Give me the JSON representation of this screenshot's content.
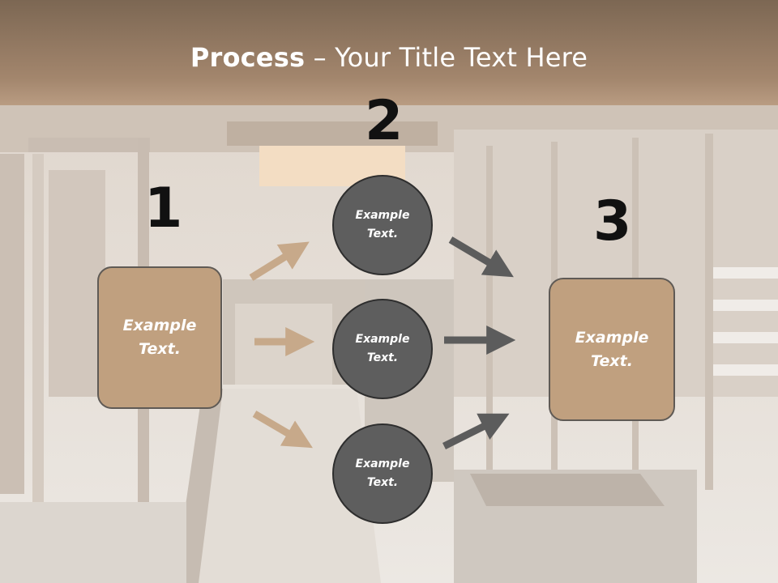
{
  "title": {
    "bold": "Process",
    "rest": " – Your Title Text Here"
  },
  "steps": [
    {
      "number": "1",
      "text": "Example\nText."
    },
    {
      "number": "2",
      "items": [
        "Example\nText.",
        "Example\nText.",
        "Example\nText."
      ]
    },
    {
      "number": "3",
      "text": "Example\nText."
    }
  ],
  "colors": {
    "tan_box": "#c0a07f",
    "circle": "#5e5e5e",
    "tan_arrow": "#c7a98a",
    "gray_arrow": "#5c5c5c",
    "header": "#8f7560"
  }
}
